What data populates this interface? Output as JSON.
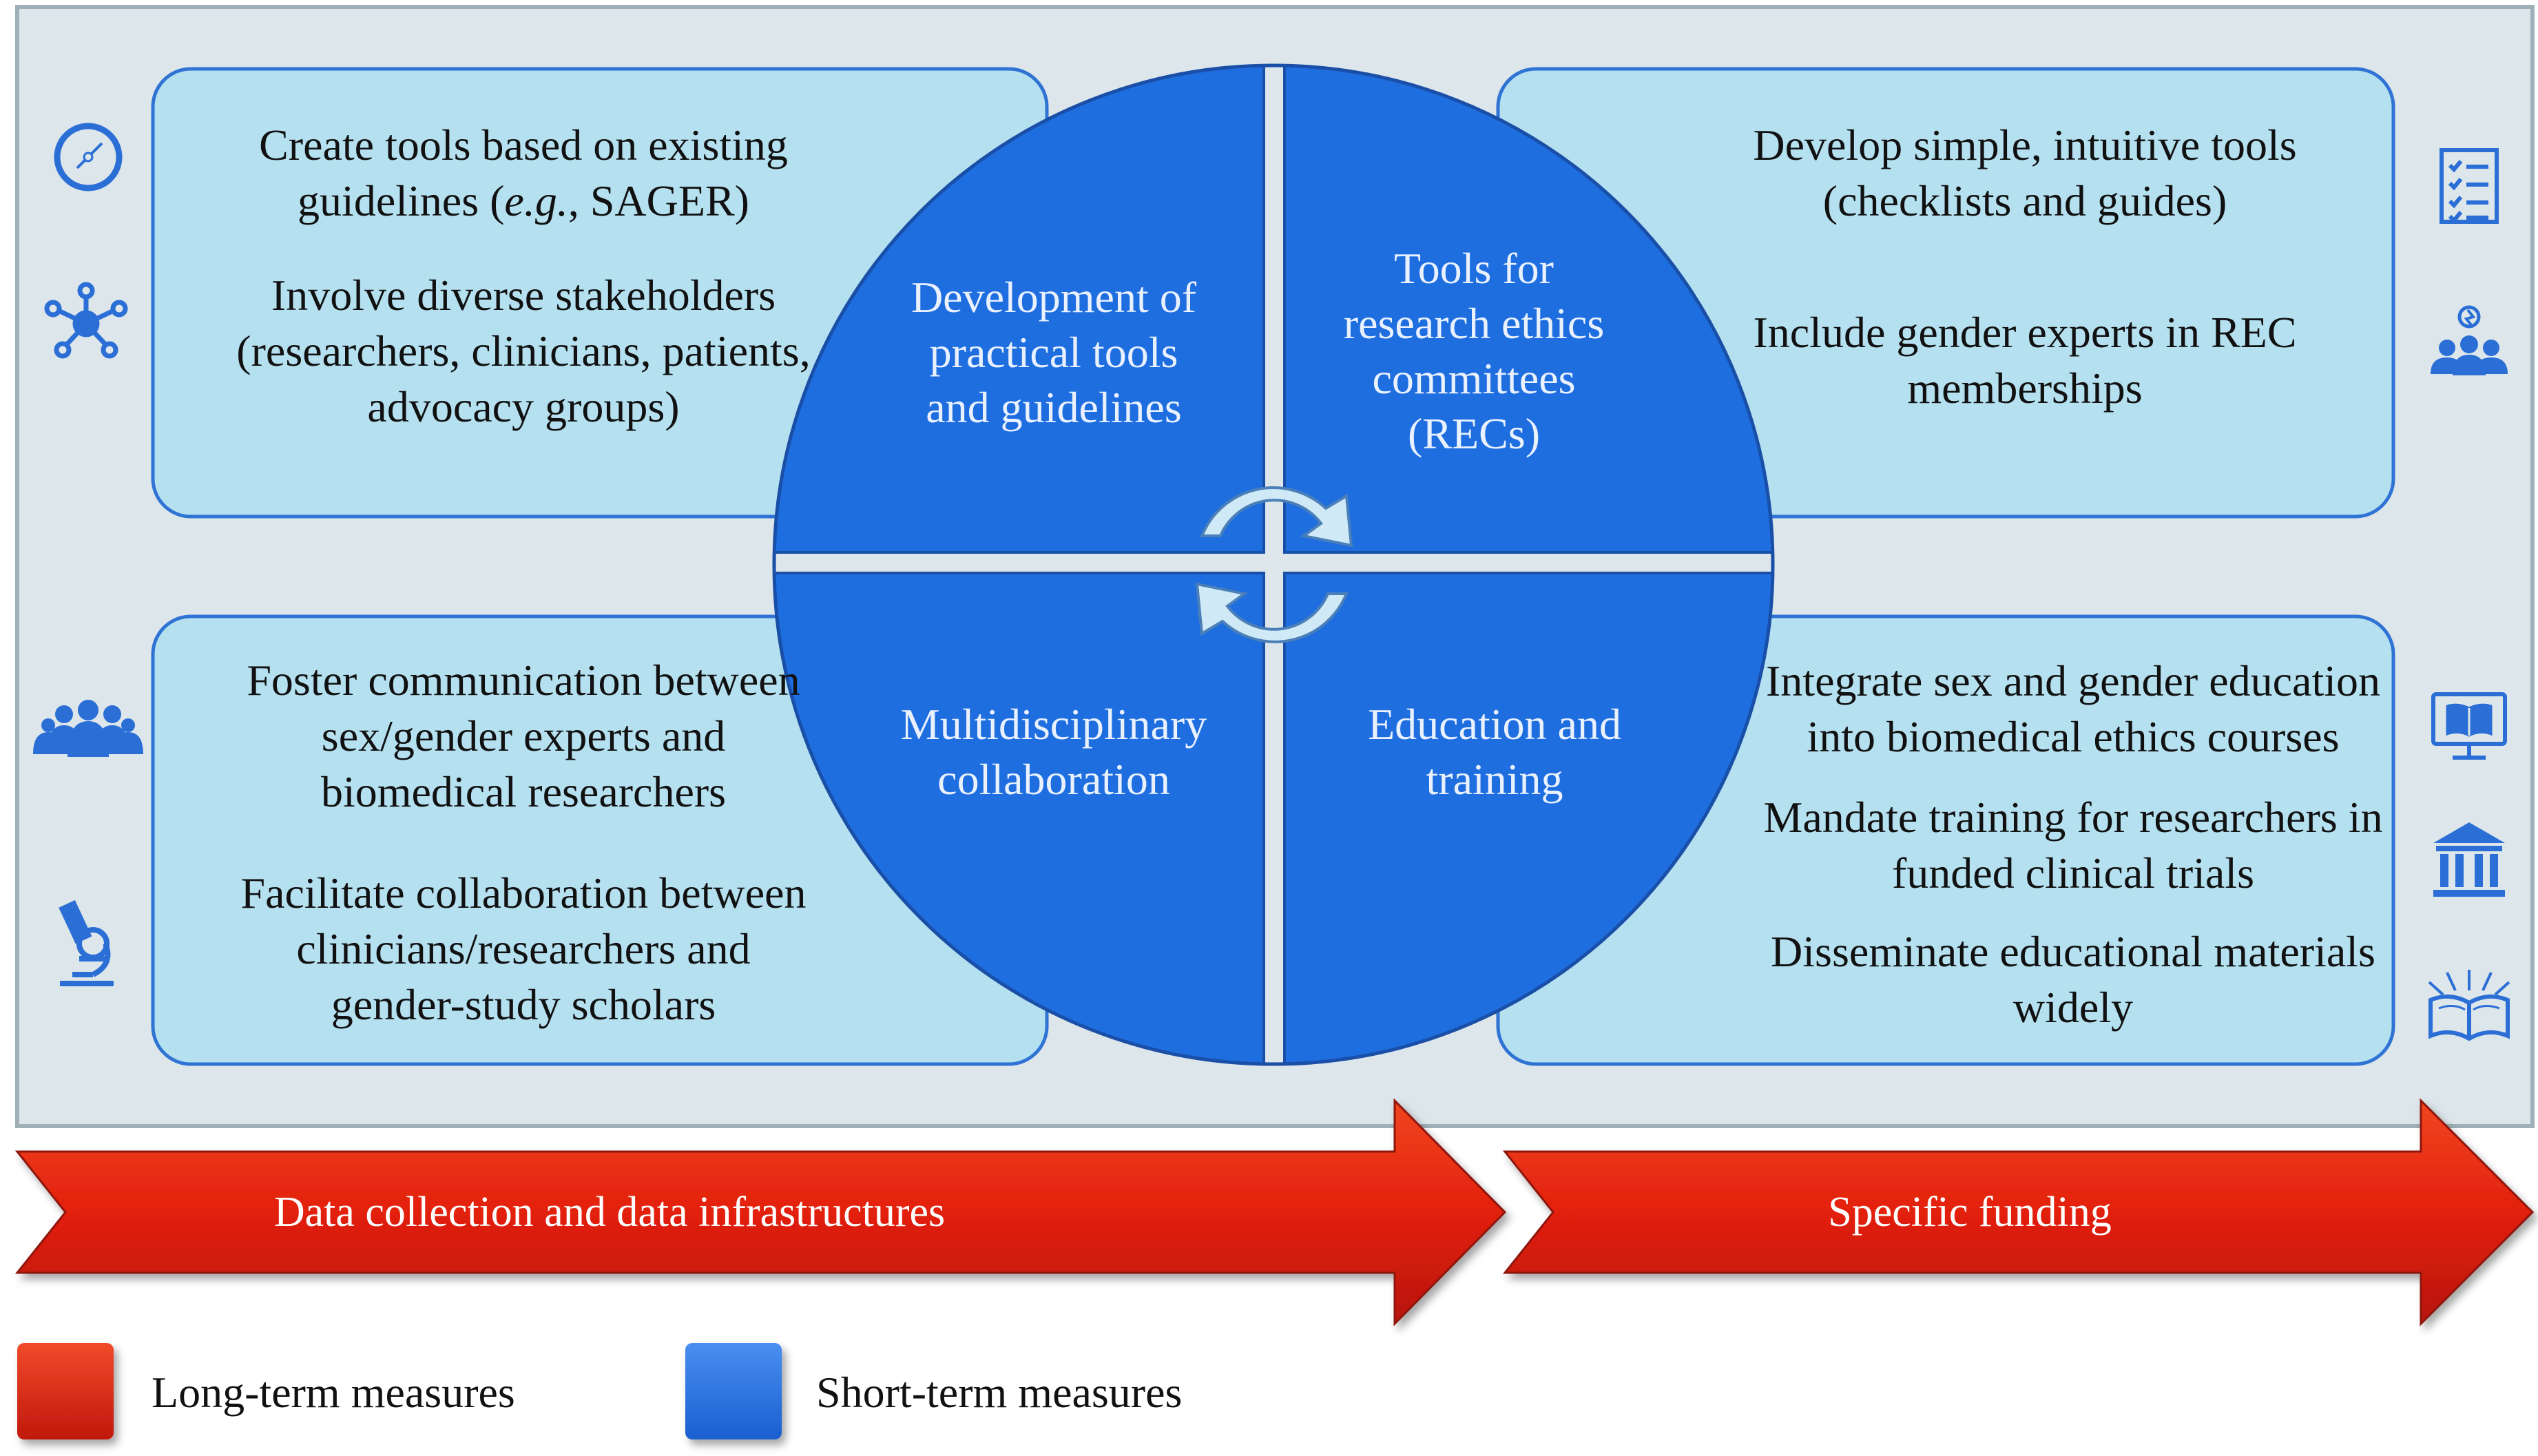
{
  "colors": {
    "frame_fill": "#dde6ea",
    "frame_border": "#9fb0b8",
    "panel_fill": "#b5e0f0",
    "panel_border": "#2f73d4",
    "quadrant_fill": "#1e6ee0",
    "long_term_red": "#e0200e",
    "icon_blue": "#2b6fd6"
  },
  "quadrants": {
    "top_left": "Development of\npractical tools\nand guidelines",
    "top_right": "Tools for\nresearch ethics\ncommittees\n(RECs)",
    "bottom_left": "Multidisciplinary\ncollaboration",
    "bottom_right": "Education and\ntraining"
  },
  "panels": {
    "top_left": {
      "item1_prefix": "Create tools based on existing\nguidelines (",
      "item1_italic": "e.g.",
      "item1_suffix": ", SAGER)",
      "item2": "Involve diverse stakeholders\n(researchers, clinicians, patients,\nadvocacy groups)"
    },
    "top_right": {
      "item1": "Develop simple, intuitive tools\n(checklists and guides)",
      "item2": "Include gender experts in REC\nmemberships"
    },
    "bottom_left": {
      "item1": "Foster communication between\nsex/gender experts and\nbiomedical researchers",
      "item2": "Facilitate collaboration between\nclinicians/researchers and\ngender-study scholars"
    },
    "bottom_right": {
      "item1": "Integrate sex and gender education\ninto biomedical ethics courses",
      "item2": "Mandate training for researchers in\nfunded clinical trials",
      "item3": "Disseminate educational materials\nwidely"
    }
  },
  "arrows": {
    "left": "Data collection and data infrastructures",
    "right": "Specific funding"
  },
  "legend": {
    "long_term": "Long-term measures",
    "short_term": "Short-term measures"
  },
  "icons": {
    "left_top": "compass-icon",
    "left_2": "network-icon",
    "left_3": "group-icon",
    "left_4": "microscope-icon",
    "right_top": "checklist-icon",
    "right_2": "team-idea-icon",
    "right_3": "monitor-book-icon",
    "right_4": "institution-icon",
    "right_5": "open-book-icon"
  }
}
